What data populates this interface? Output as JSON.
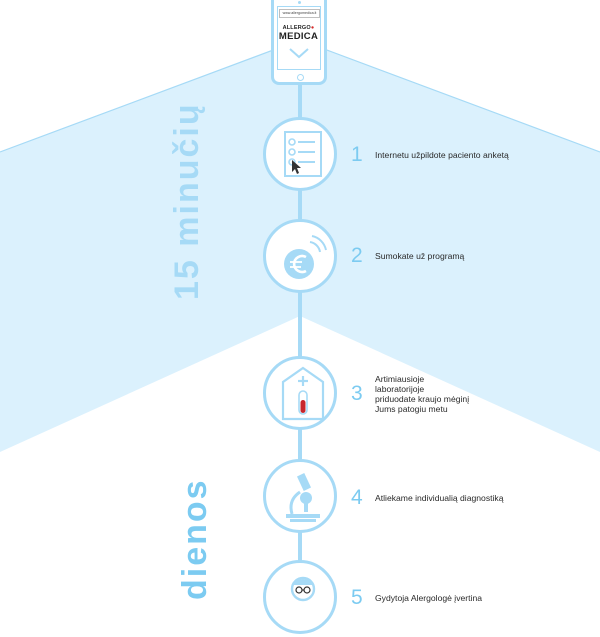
{
  "tablet": {
    "url": "www.allergomedica.lt",
    "logo_top": "ALLERGO",
    "logo_dot": "●",
    "logo_bottom": "MEDICA"
  },
  "phases": [
    {
      "label": "15 minučių",
      "color": "#a6daf6"
    },
    {
      "label": "dienos",
      "color": "#7ccbf1"
    }
  ],
  "steps": [
    {
      "number": "1",
      "text": "Internetu užpildote paciento anketą",
      "icon": "checklist-icon"
    },
    {
      "number": "2",
      "text": "Sumokate už programą",
      "icon": "euro-payment-icon"
    },
    {
      "number": "3",
      "text": "Artimiausioje\nlaboratorijoje\npriduodate kraujo mėginį\nJums patogiu metu",
      "icon": "blood-test-icon"
    },
    {
      "number": "4",
      "text": "Atliekame individualią diagnostiką",
      "icon": "microscope-icon"
    },
    {
      "number": "5",
      "text": "Gydytoja Alergologė įvertina",
      "icon": "doctor-icon"
    }
  ],
  "colors": {
    "band": "#dbf1fd",
    "line": "#a6daf6",
    "accent": "#7ccbf1",
    "text": "#2a2a2a"
  }
}
